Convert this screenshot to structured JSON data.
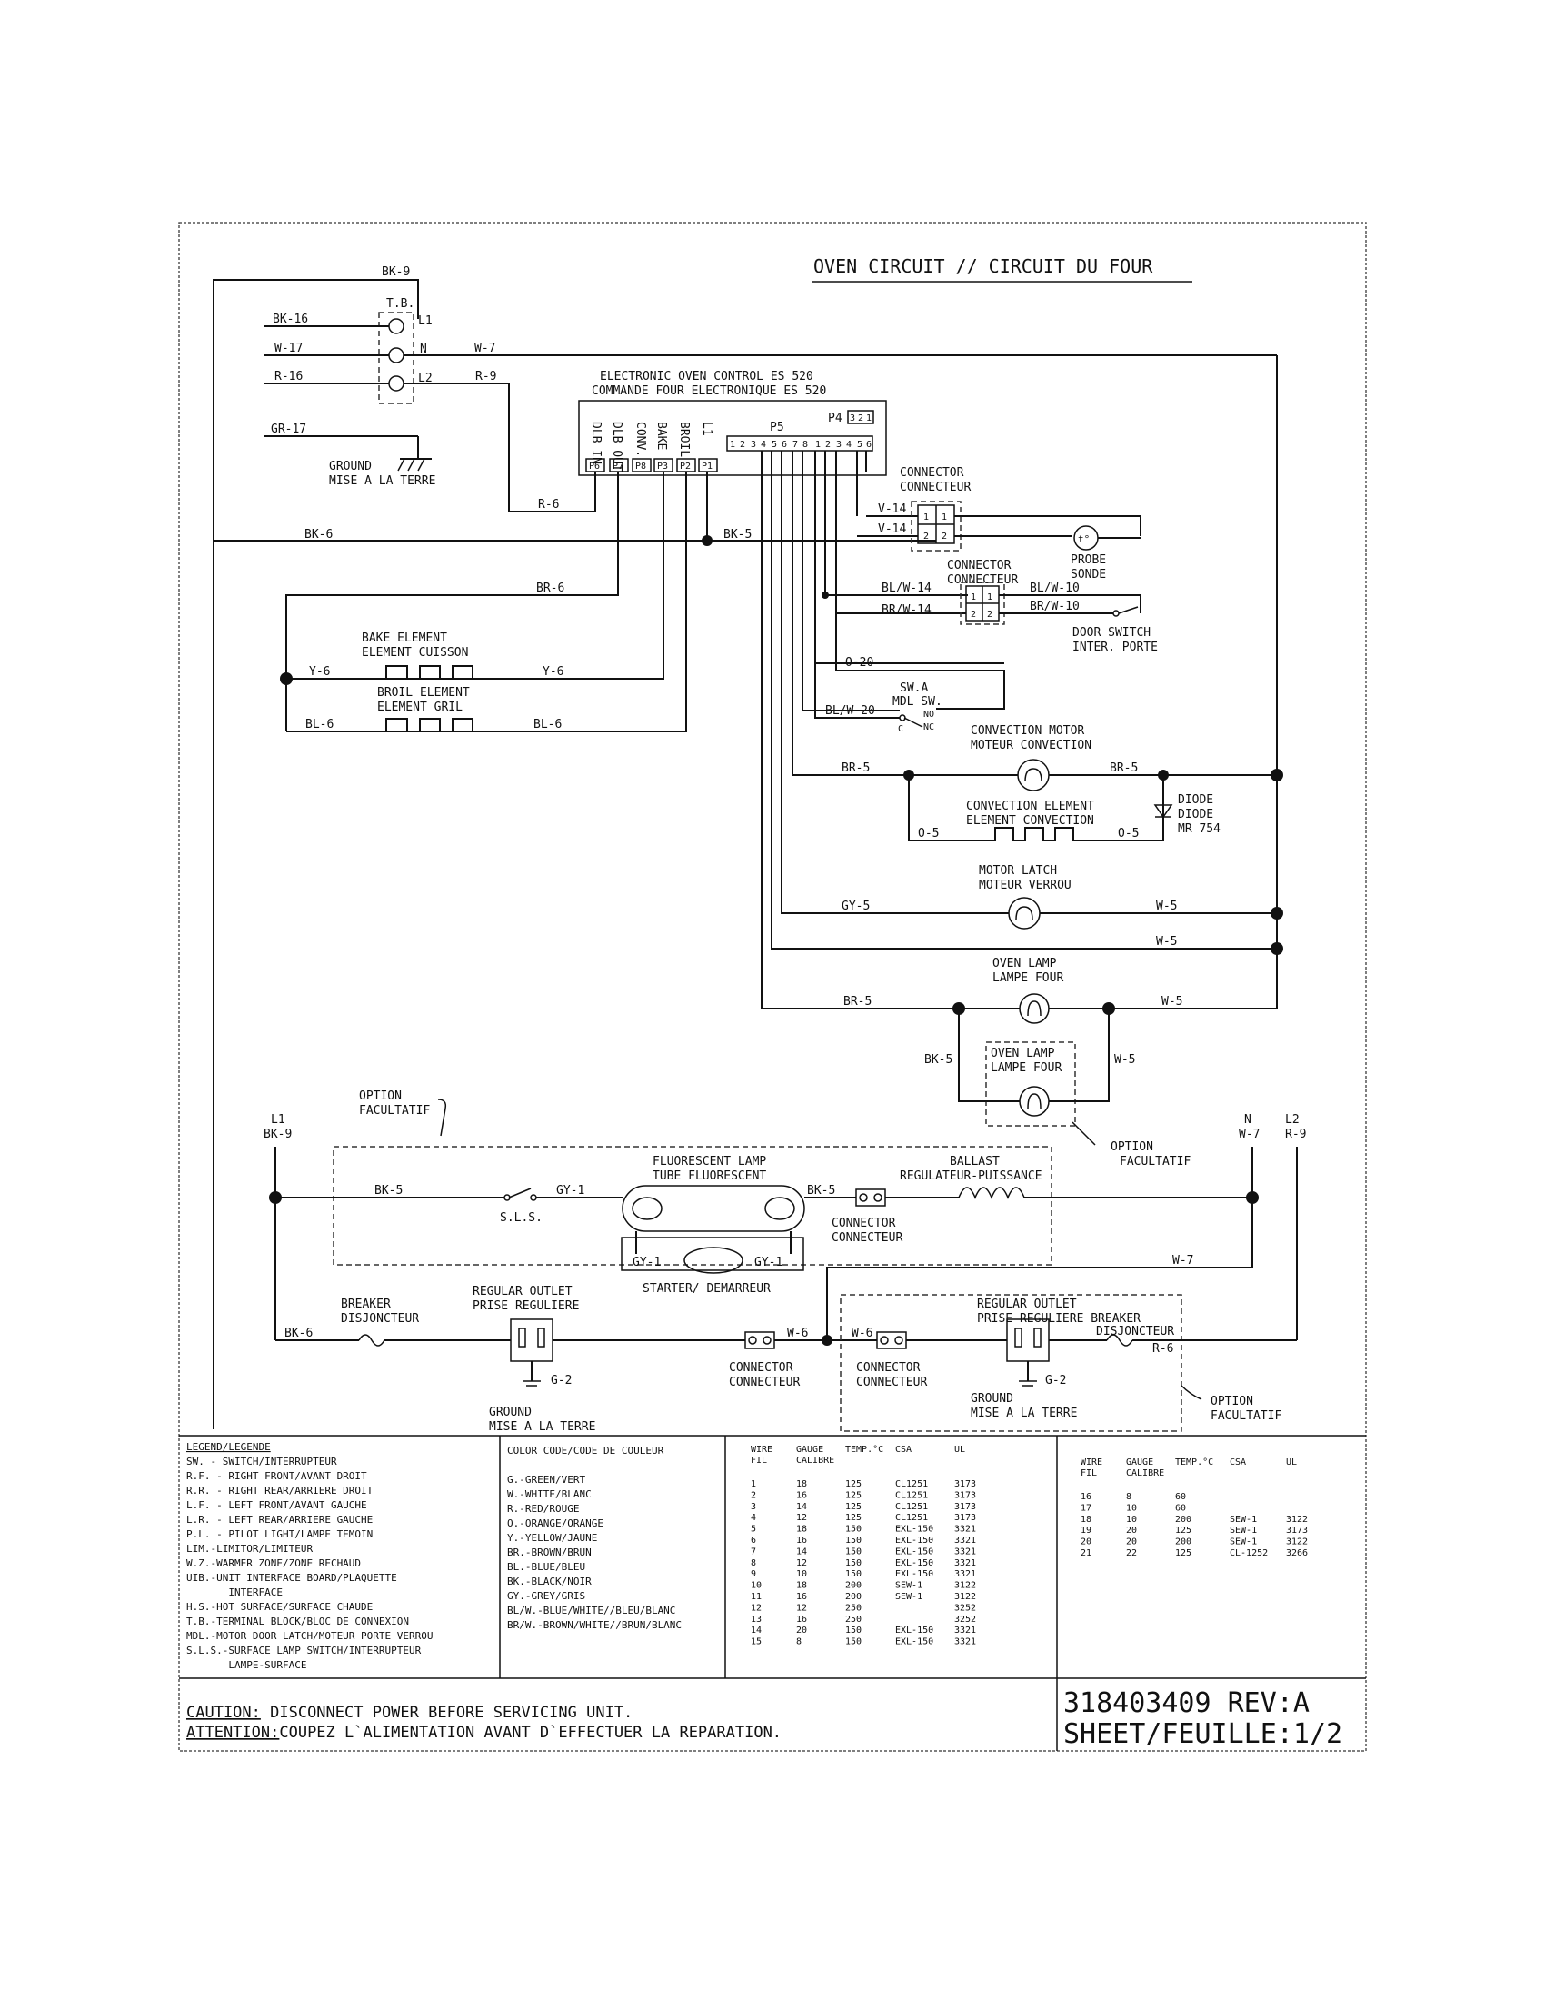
{
  "title": "OVEN CIRCUIT // CIRCUIT DU FOUR",
  "terminal_block": {
    "name": "T.B.",
    "terms": [
      "L1",
      "N",
      "L2"
    ]
  },
  "supply_wires": [
    "BK-9",
    "BK-16",
    "W-17",
    "R-16",
    "GR-17",
    "W-7",
    "R-9",
    "BK-6",
    "BK-5",
    "R-6"
  ],
  "ground_label": [
    "GROUND",
    "MISE A LA TERRE"
  ],
  "control": {
    "title1": "ELECTRONIC OVEN CONTROL ES 520",
    "title2": "COMMANDE FOUR ELECTRONIQUE ES 520",
    "relay_labels": [
      "DLB IN",
      "DLB OUT",
      "CONV.",
      "BAKE",
      "BROIL",
      "L1"
    ],
    "relay_pins": [
      "P6",
      "P7",
      "P8",
      "P3",
      "P2",
      "P1"
    ],
    "p5": "P5",
    "p4": "P4",
    "p5_pins": [
      "1",
      "2",
      "3",
      "4",
      "5",
      "6",
      "7",
      "8",
      "1",
      "2",
      "3",
      "4",
      "5",
      "6"
    ],
    "p4_pins": [
      "3",
      "2",
      "1"
    ]
  },
  "connector1": {
    "l1": "CONNECTOR",
    "l2": "CONNECTEUR",
    "wire": "V-14",
    "pins": [
      "1",
      "1",
      "2",
      "2"
    ]
  },
  "probe": {
    "l1": "PROBE",
    "l2": "SONDE",
    "sym": "t°"
  },
  "connector2": {
    "l1": "CONNECTOR",
    "l2": "CONNECTEUR",
    "w1": "BL/W-14",
    "w2": "BR/W-14",
    "pins": [
      "1",
      "1",
      "2",
      "2"
    ]
  },
  "door_switch": {
    "l1": "DOOR SWITCH",
    "l2": "INTER. PORTE",
    "w1": "BL/W-10",
    "w2": "BR/W-10"
  },
  "o20": "O-20",
  "mdl_switch": {
    "l1": "SW.A",
    "l2": "MDL SW.",
    "w": "BL/W-20",
    "no": "NO",
    "nc": "NC",
    "c": "C"
  },
  "bake_element": {
    "l1": "BAKE ELEMENT",
    "l2": "ELEMENT CUISSON",
    "w": "Y-6"
  },
  "broil_element": {
    "l1": "BROIL ELEMENT",
    "l2": "ELEMENT GRIL",
    "w": "BL-6"
  },
  "br6": "BR-6",
  "conv_motor": {
    "l1": "CONVECTION MOTOR",
    "l2": "MOTEUR CONVECTION",
    "w": "BR-5"
  },
  "conv_element": {
    "l1": "CONVECTION ELEMENT",
    "l2": "ELEMENT CONVECTION",
    "w": "O-5"
  },
  "diode": {
    "l1": "DIODE",
    "l2": "DIODE",
    "l3": "MR 754"
  },
  "motor_latch": {
    "l1": "MOTOR LATCH",
    "l2": "MOTEUR VERROU",
    "w1": "GY-5",
    "w2": "W-5"
  },
  "oven_lamp": {
    "l1": "OVEN LAMP",
    "l2": "LAMPE FOUR",
    "w1": "BR-5",
    "w2": "W-5",
    "w3": "BK-5"
  },
  "option": {
    "l1": "OPTION",
    "l2": "FACULTATIF"
  },
  "lower": {
    "l1": "L1",
    "bk9": "BK-9",
    "n": "N",
    "w7": "W-7",
    "l2": "L2",
    "r9": "R-9",
    "sls": "S.L.S.",
    "gy1": "GY-1",
    "fl1": "FLUORESCENT LAMP",
    "fl2": "TUBE FLUORESCENT",
    "ballast1": "BALLAST",
    "ballast2": "REGULATEUR-PUISSANCE",
    "starter": "STARTER/ DEMARREUR",
    "breaker1": "BREAKER",
    "breaker2": "DISJONCTEUR",
    "outlet1": "REGULAR OUTLET",
    "outlet2": "PRISE REGULIERE",
    "g2": "G-2",
    "w6": "W-6",
    "r6": "R-6",
    "outlet_breaker1": "PRISE REGULIERE BREAKER"
  },
  "legend": {
    "title": "LEGEND/LEGENDE",
    "items": [
      "SW.  - SWITCH/INTERRUPTEUR",
      "R.F. - RIGHT FRONT/AVANT DROIT",
      "R.R. - RIGHT REAR/ARRIERE DROIT",
      "L.F. - LEFT FRONT/AVANT GAUCHE",
      "L.R. - LEFT REAR/ARRIERE GAUCHE",
      "P.L. - PILOT LIGHT/LAMPE TEMOIN",
      "LIM.-LIMITOR/LIMITEUR",
      "W.Z.-WARMER ZONE/ZONE RECHAUD",
      "UIB.-UNIT INTERFACE BOARD/PLAQUETTE",
      "       INTERFACE",
      "H.S.-HOT SURFACE/SURFACE CHAUDE",
      "T.B.-TERMINAL BLOCK/BLOC DE CONNEXION",
      "MDL.-MOTOR DOOR LATCH/MOTEUR PORTE VERROU",
      "S.L.S.-SURFACE LAMP SWITCH/INTERRUPTEUR",
      "       LAMPE-SURFACE"
    ]
  },
  "color_code": {
    "title": "COLOR CODE/CODE DE COULEUR",
    "items": [
      "G.-GREEN/VERT",
      "W.-WHITE/BLANC",
      "R.-RED/ROUGE",
      "O.-ORANGE/ORANGE",
      "Y.-YELLOW/JAUNE",
      "BR.-BROWN/BRUN",
      "BL.-BLUE/BLEU",
      "BK.-BLACK/NOIR",
      "GY.-GREY/GRIS",
      "BL/W.-BLUE/WHITE//BLEU/BLANC",
      "BR/W.-BROWN/WHITE//BRUN/BLANC"
    ]
  },
  "wire_table1": {
    "headers": [
      "WIRE",
      "GAUGE",
      "TEMP.°C",
      "CSA",
      "UL"
    ],
    "subheaders": [
      "FIL",
      "CALIBRE"
    ],
    "rows": [
      [
        "1",
        "18",
        "125",
        "CL1251",
        "3173"
      ],
      [
        "2",
        "16",
        "125",
        "CL1251",
        "3173"
      ],
      [
        "3",
        "14",
        "125",
        "CL1251",
        "3173"
      ],
      [
        "4",
        "12",
        "125",
        "CL1251",
        "3173"
      ],
      [
        "5",
        "18",
        "150",
        "EXL-150",
        "3321"
      ],
      [
        "6",
        "16",
        "150",
        "EXL-150",
        "3321"
      ],
      [
        "7",
        "14",
        "150",
        "EXL-150",
        "3321"
      ],
      [
        "8",
        "12",
        "150",
        "EXL-150",
        "3321"
      ],
      [
        "9",
        "10",
        "150",
        "EXL-150",
        "3321"
      ],
      [
        "10",
        "18",
        "200",
        "SEW-1",
        "3122"
      ],
      [
        "11",
        "16",
        "200",
        "SEW-1",
        "3122"
      ],
      [
        "12",
        "12",
        "250",
        "",
        "3252"
      ],
      [
        "13",
        "16",
        "250",
        "",
        "3252"
      ],
      [
        "14",
        "20",
        "150",
        "EXL-150",
        "3321"
      ],
      [
        "15",
        "8",
        "150",
        "EXL-150",
        "3321"
      ]
    ]
  },
  "wire_table2": {
    "headers": [
      "WIRE",
      "GAUGE",
      "TEMP.°C",
      "CSA",
      "UL"
    ],
    "subheaders": [
      "FIL",
      "CALIBRE"
    ],
    "rows": [
      [
        "16",
        "8",
        "60",
        "",
        ""
      ],
      [
        "17",
        "10",
        "60",
        "",
        ""
      ],
      [
        "18",
        "10",
        "200",
        "SEW-1",
        "3122"
      ],
      [
        "19",
        "20",
        "125",
        "SEW-1",
        "3173"
      ],
      [
        "20",
        "20",
        "200",
        "SEW-1",
        "3122"
      ],
      [
        "21",
        "22",
        "125",
        "CL-1252",
        "3266"
      ]
    ]
  },
  "caution": {
    "k1": "CAUTION:",
    "t1": " DISCONNECT POWER BEFORE SERVICING UNIT.",
    "k2": "ATTENTION:",
    "t2": "COUPEZ L`ALIMENTATION AVANT D`EFFECTUER LA REPARATION."
  },
  "part": {
    "number": "318403409 REV:A",
    "sheet": "SHEET/FEUILLE:1/2"
  }
}
